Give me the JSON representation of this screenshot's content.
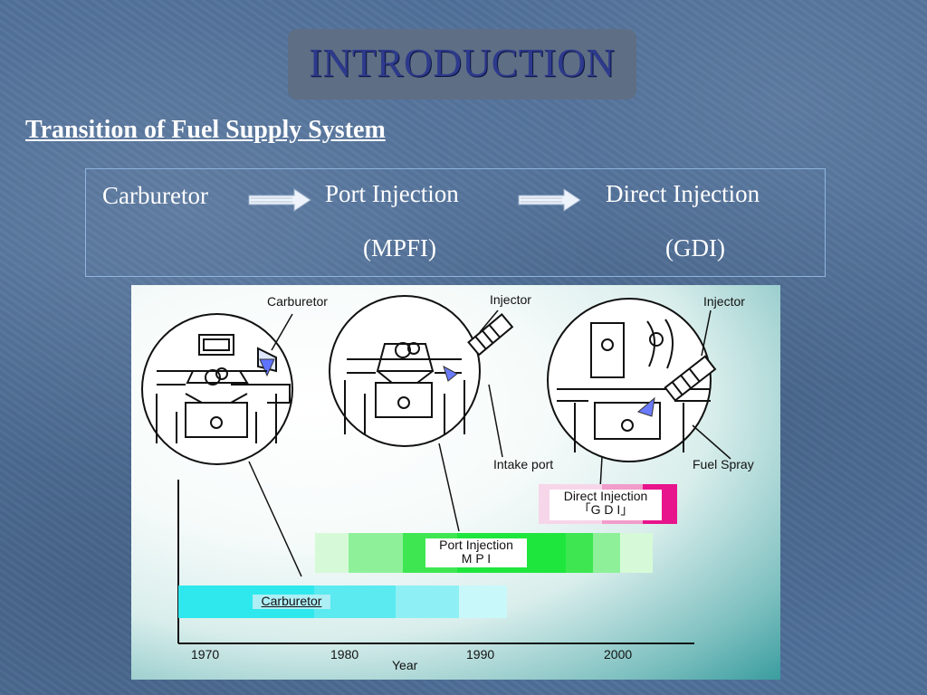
{
  "title": "INTRODUCTION",
  "subtitle": "Transition of Fuel Supply System",
  "flow": {
    "step1": "Carburetor",
    "step2": "Port Injection",
    "step2_sub": "(MPFI)",
    "step3": "Direct Injection",
    "step3_sub": "(GDI)"
  },
  "figure": {
    "callouts": {
      "carburetor": "Carburetor",
      "injector_mpi": "Injector",
      "injector_gdi": "Injector",
      "intake_port": "Intake port",
      "fuel_spray": "Fuel Spray"
    },
    "bars": {
      "gdi_line1": "Direct Injection",
      "gdi_line2": "「G D I」",
      "mpi_line1": "Port Injection",
      "mpi_line2": "M P I",
      "carb": "Carburetor"
    },
    "axis": {
      "ticks": [
        "1970",
        "1980",
        "1990",
        "2000"
      ],
      "label": "Year"
    }
  },
  "colors": {
    "background": "#4f6f99",
    "title": "#2d3a8c",
    "gdi_bar": "#e8148c",
    "mpi_bar": "#1ee63c",
    "carb_bar": "#2ee8ee"
  }
}
